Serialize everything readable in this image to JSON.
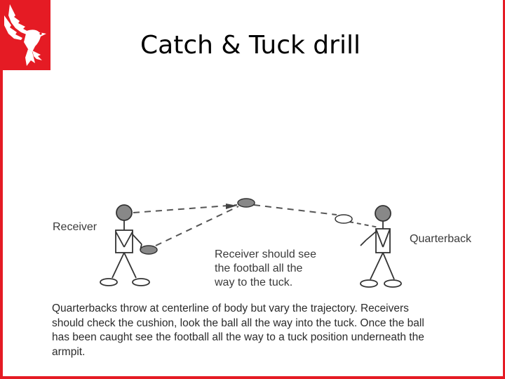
{
  "slide": {
    "title": "Catch & Tuck drill"
  },
  "logo": {
    "icon": "eagle-icon",
    "colors": {
      "background": "#e51b24",
      "figure": "#ffffff"
    }
  },
  "diagram": {
    "receiver_label": "Receiver",
    "quarterback_label": "Quarterback",
    "note_lines": [
      "Receiver should see",
      "the football all the",
      "way to the tuck."
    ]
  },
  "caption_lines": [
    "Quarterbacks throw at centerline of body but vary the trajectory.  Receivers",
    "should check the cushion, look the ball all the way into the tuck.  Once the ball",
    "has been caught see the football all the way to a tuck position underneath the",
    "armpit."
  ],
  "colors": {
    "accent": "#e51b24",
    "ink": "#3a3a3a"
  }
}
